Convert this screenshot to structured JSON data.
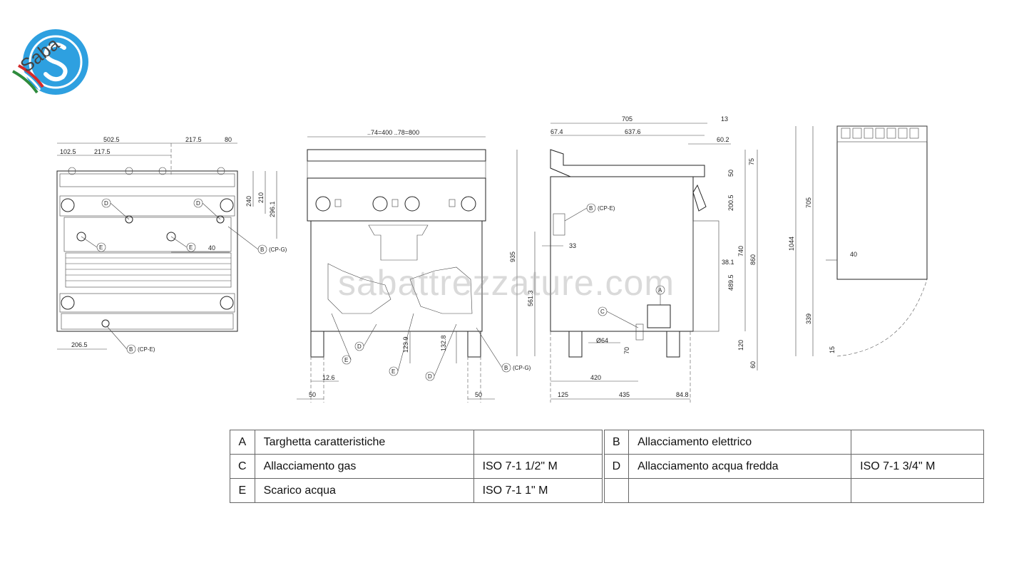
{
  "brand": {
    "name": "Saba",
    "colors": {
      "blue": "#2ea0e0",
      "red": "#d42a2a",
      "green": "#2e8b3c"
    }
  },
  "watermark": "sabattrezzature.com",
  "front_view": {
    "dims": {
      "overall": "502.5",
      "a": "217.5",
      "b": "80",
      "c": "102.5",
      "d": "217.5",
      "e": "206.5",
      "h1": "240",
      "h2": "210",
      "h3": "296.1",
      "f": "40"
    },
    "labels": {
      "D1": "D",
      "D2": "D",
      "E1": "E",
      "E2": "E",
      "B": "B",
      "B_suffix": "(CP-E)",
      "BG": "B",
      "BG_suffix": "(CP-G)"
    }
  },
  "mid_view": {
    "dims": {
      "top": "..74=400 ..78=800",
      "h1": "123.9",
      "h2": "132.8",
      "w1": "12.6",
      "w2": "50",
      "w3": "50"
    },
    "labels": {
      "E1": "E",
      "E2": "E",
      "D1": "D",
      "D2": "D",
      "B": "B",
      "B_suffix": "(CP-G)"
    }
  },
  "side_view": {
    "dims": {
      "depth": "705",
      "top_right": "13",
      "a": "67.4",
      "b": "637.6",
      "c": "60.2",
      "d": "75",
      "e": "50",
      "f": "200.5",
      "g": "740",
      "h": "860",
      "i": "38.1",
      "j": "489.5",
      "k": "935",
      "l": "561.3",
      "m": "33",
      "n": "Ø64",
      "o": "70",
      "p": "120",
      "q": "60",
      "r": "420",
      "s": "125",
      "t": "435",
      "u": "84.8"
    },
    "labels": {
      "B": "B",
      "B_suffix": "(CP-E)",
      "A": "A",
      "C": "C"
    }
  },
  "plan_view": {
    "dims": {
      "depth": "705",
      "total": "1044",
      "w": "40",
      "h": "339",
      "small": "15"
    }
  },
  "legend": {
    "rows": [
      {
        "k1": "A",
        "v1": "Targhetta caratteristiche",
        "s1": "",
        "k2": "B",
        "v2": "Allacciamento elettrico",
        "s2": ""
      },
      {
        "k1": "C",
        "v1": "Allacciamento gas",
        "s1": "ISO 7-1 1/2\" M",
        "k2": "D",
        "v2": "Allacciamento acqua fredda",
        "s2": "ISO 7-1 3/4\" M"
      },
      {
        "k1": "E",
        "v1": "Scarico acqua",
        "s1": "ISO 7-1 1\" M",
        "k2": "",
        "v2": "",
        "s2": ""
      }
    ]
  }
}
